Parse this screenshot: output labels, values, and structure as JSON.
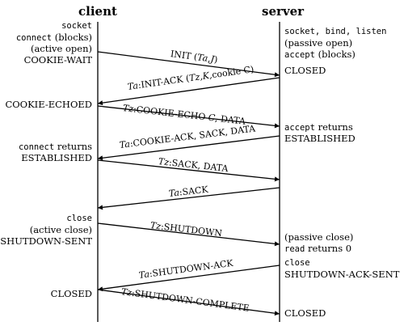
{
  "header": {
    "client": "client",
    "server": "server"
  },
  "client_labels": {
    "socket": "socket",
    "connect_blocks": "connect (blocks)",
    "connect_word": "connect",
    "connect_rest": "(blocks)",
    "active_open": "(active open)",
    "cookie_wait": "COOKIE-WAIT",
    "cookie_echoed": "COOKIE-ECHOED",
    "connect_returns_word": "connect",
    "connect_returns_rest": "returns",
    "established": "ESTABLISHED",
    "close_word": "close",
    "active_close": "(active close)",
    "shutdown_sent": "SHUTDOWN-SENT",
    "closed": "CLOSED"
  },
  "server_labels": {
    "socket_bind_listen": "socket, bind, listen",
    "passive_open": "(passive open)",
    "accept_word": "accept",
    "accept_rest": "(blocks)",
    "closed_top": "CLOSED",
    "accept_returns_word": "accept",
    "accept_returns_rest": "returns",
    "established": "ESTABLISHED",
    "passive_close": "(passive close)",
    "read_word": "read",
    "read_rest": "returns 0",
    "close_word": "close",
    "shutdown_ack_sent": "SHUTDOWN-ACK-SENT",
    "closed_bottom": "CLOSED"
  },
  "messages": [
    {
      "id": "init",
      "prefix": "INIT (",
      "ital": "Ta,J",
      "suffix": ")",
      "direction": "client-to-server"
    },
    {
      "id": "init-ack",
      "ital": "Ta",
      "prefix": ":INIT-ACK (",
      "ital2": "Tz,K,",
      "suffix": "cookie C)",
      "direction": "server-to-client"
    },
    {
      "id": "cookie-echo",
      "ital": "Tz",
      "prefix": ":COOKIE-ECHO ",
      "ital2": "C",
      "suffix": ", DATA",
      "direction": "client-to-server"
    },
    {
      "id": "cookie-ack",
      "ital": "Ta",
      "prefix": ":COOKIE-ACK, SACK, DATA",
      "direction": "server-to-client"
    },
    {
      "id": "sack-data",
      "ital": "Tz",
      "prefix": ":SACK, DATA",
      "direction": "client-to-server"
    },
    {
      "id": "sack",
      "ital": "Ta",
      "prefix": ":SACK",
      "direction": "server-to-client"
    },
    {
      "id": "shutdown",
      "ital": "Tz",
      "prefix": ":SHUTDOWN",
      "direction": "client-to-server"
    },
    {
      "id": "shutdown-ack",
      "ital": "Ta",
      "prefix": ":SHUTDOWN-ACK",
      "direction": "server-to-client"
    },
    {
      "id": "shutdown-complete",
      "ital": "Tz",
      "prefix": ":SHUTDOWN-COMPLETE",
      "direction": "client-to-server"
    }
  ],
  "colors": {
    "ink": "#000000",
    "background": "#ffffff"
  }
}
